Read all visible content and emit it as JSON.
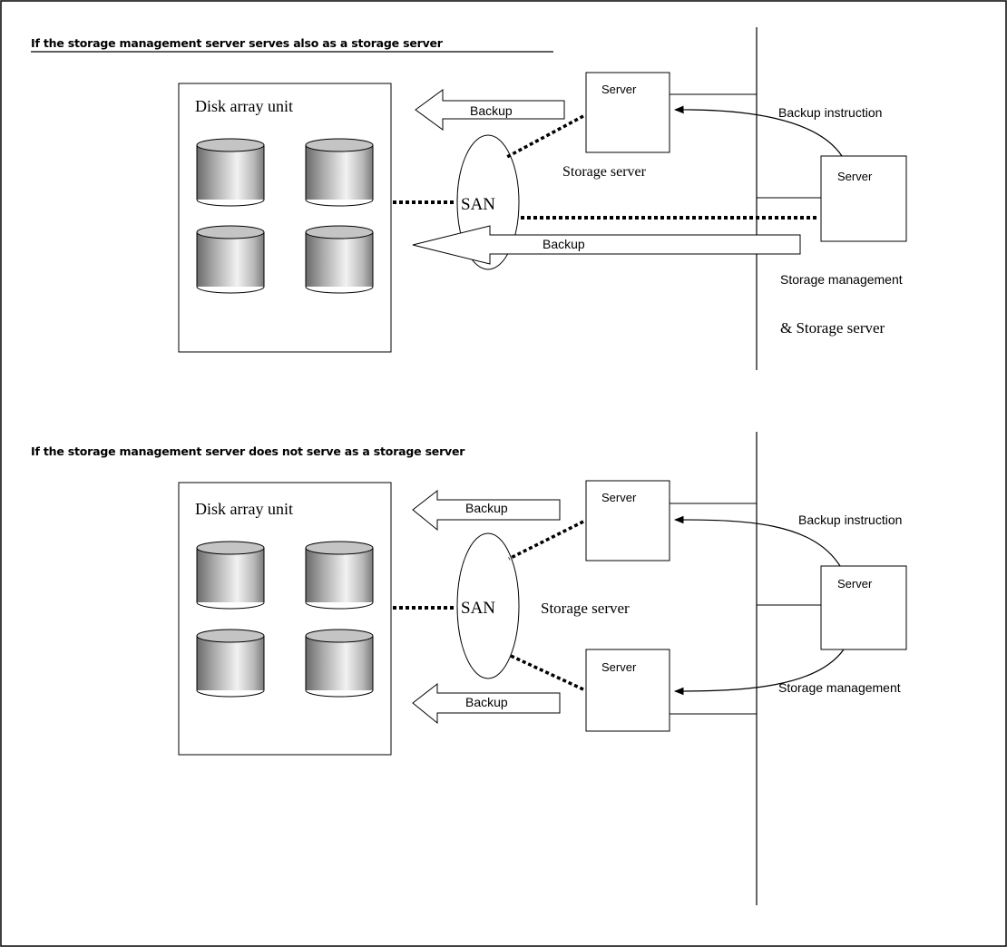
{
  "diagram1": {
    "heading": "If the storage management server serves also as a storage server",
    "disk_array_label": "Disk array unit",
    "san_label": "SAN",
    "backup_arrow_1": "Backup",
    "backup_arrow_2": "Backup",
    "storage_server_box": "Server",
    "storage_server_caption": "Storage server",
    "mgmt_server_box": "Server",
    "backup_instruction": "Backup instruction",
    "mgmt_caption_line1": "Storage management",
    "mgmt_caption_line2": "& Storage server"
  },
  "diagram2": {
    "heading": "If the storage management server does not serve as a storage server",
    "disk_array_label": "Disk array unit",
    "san_label": "SAN",
    "backup_arrow_1": "Backup",
    "backup_arrow_2": "Backup",
    "storage_server_box_1": "Server",
    "storage_server_box_2": "Server",
    "storage_server_caption": "Storage server",
    "mgmt_server_box": "Server",
    "backup_instruction": "Backup instruction",
    "mgmt_caption": "Storage management"
  }
}
